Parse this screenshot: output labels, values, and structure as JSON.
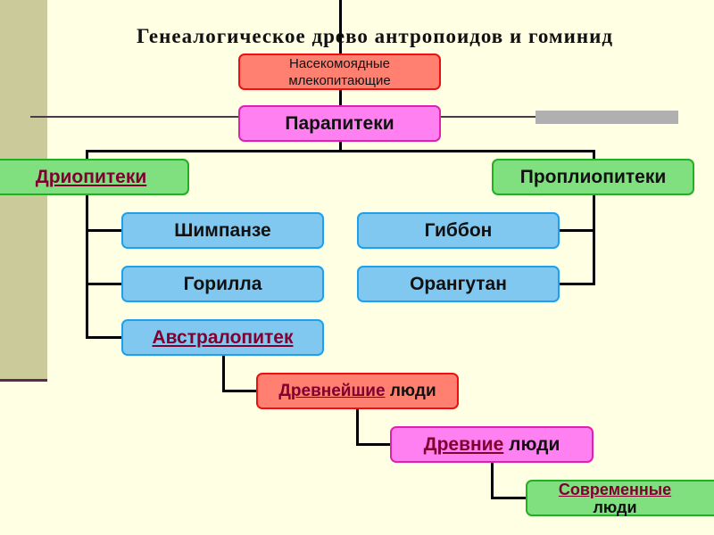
{
  "title": "Генеалогическое древо антропоидов и гоминид",
  "nodes": {
    "insectivores_1": "Насекомоядные",
    "insectivores_2": "млекопитающие",
    "parapithecus": "Парапитеки",
    "dryopithecus": "Дриопитеки",
    "propliopithecus": "Проплиопитеки",
    "chimpanzee": "Шимпанзе",
    "gibbon": "Гиббон",
    "gorilla": "Горилла",
    "orangutan": "Орангутан",
    "australopithecus": "Австралопитек",
    "oldest_link": "Древнейшие",
    "oldest_rest": " люди",
    "ancient_link": "Древние",
    "ancient_rest": " люди",
    "modern_link": "Современные",
    "modern_rest": "люди"
  }
}
